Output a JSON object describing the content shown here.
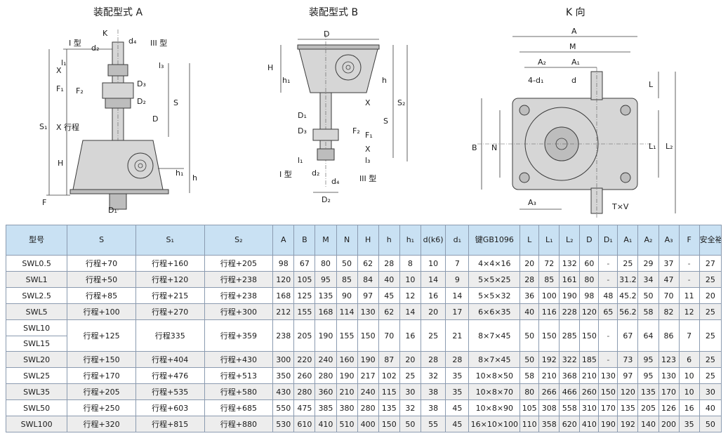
{
  "drawings": {
    "view_a": {
      "title": "装配型式 A",
      "labels": [
        "K",
        "I 型",
        "d₂",
        "d₄",
        "III 型",
        "X",
        "l₁",
        "l₃",
        "F₁",
        "F₂",
        "D₃",
        "D₂",
        "D",
        "S",
        "S₁",
        "X 行程",
        "H",
        "h₁",
        "h",
        "F",
        "D₁"
      ]
    },
    "view_b": {
      "title": "装配型式 B",
      "labels": [
        "D",
        "H",
        "h₁",
        "h",
        "D₁",
        "D₃",
        "S₂",
        "S",
        "X",
        "F₂",
        "F₁",
        "X",
        "l₁",
        "l₃",
        "I 型",
        "d₂",
        "d₄",
        "III 型",
        "D₂"
      ]
    },
    "view_k": {
      "title": "K 向",
      "labels": [
        "A",
        "M",
        "A₂",
        "A₁",
        "4-d₁",
        "d",
        "L",
        "B",
        "N",
        "L₁",
        "L₂",
        "A₃",
        "T×V"
      ]
    }
  },
  "table": {
    "headers": [
      "型号",
      "S",
      "S₁",
      "S₂",
      "A",
      "B",
      "M",
      "N",
      "H",
      "h",
      "h₁",
      "d(k6)",
      "d₁",
      "键GB1096",
      "L",
      "L₁",
      "L₂",
      "D",
      "D₁",
      "A₁",
      "A₂",
      "A₃",
      "F",
      "安全裕度X"
    ],
    "rows": [
      {
        "model": "SWL0.5",
        "cells": [
          "行程+70",
          "行程+160",
          "行程+205",
          "98",
          "67",
          "80",
          "50",
          "62",
          "28",
          "8",
          "10",
          "7",
          "4×4×16",
          "20",
          "72",
          "132",
          "60",
          "-",
          "25",
          "29",
          "37",
          "-",
          "27"
        ]
      },
      {
        "model": "SWL1",
        "cells": [
          "行程+50",
          "行程+120",
          "行程+238",
          "120",
          "105",
          "95",
          "85",
          "84",
          "40",
          "10",
          "14",
          "9",
          "5×5×25",
          "28",
          "85",
          "161",
          "80",
          "-",
          "31.2",
          "34",
          "47",
          "-",
          "25"
        ]
      },
      {
        "model": "SWL2.5",
        "cells": [
          "行程+85",
          "行程+215",
          "行程+238",
          "168",
          "125",
          "135",
          "90",
          "97",
          "45",
          "12",
          "16",
          "14",
          "5×5×32",
          "36",
          "100",
          "190",
          "98",
          "48",
          "45.2",
          "50",
          "70",
          "11",
          "20"
        ]
      },
      {
        "model": "SWL5",
        "cells": [
          "行程+100",
          "行程+270",
          "行程+300",
          "212",
          "155",
          "168",
          "114",
          "130",
          "62",
          "14",
          "20",
          "17",
          "6×6×35",
          "40",
          "116",
          "228",
          "120",
          "65",
          "56.2",
          "58",
          "82",
          "12",
          "25"
        ]
      },
      {
        "model": "SWL10",
        "model2": "SWL15",
        "cells": [
          "行程+125",
          "行程335",
          "行程+359",
          "238",
          "205",
          "190",
          "155",
          "150",
          "70",
          "16",
          "25",
          "21",
          "8×7×45",
          "50",
          "150",
          "285",
          "150",
          "-",
          "67",
          "64",
          "86",
          "7",
          "25"
        ]
      },
      {
        "model": "SWL20",
        "cells": [
          "行程+150",
          "行程+404",
          "行程+430",
          "300",
          "220",
          "240",
          "160",
          "190",
          "87",
          "20",
          "28",
          "28",
          "8×7×45",
          "50",
          "192",
          "322",
          "185",
          "-",
          "73",
          "95",
          "123",
          "6",
          "25"
        ]
      },
      {
        "model": "SWL25",
        "cells": [
          "行程+170",
          "行程+476",
          "行程+513",
          "350",
          "260",
          "280",
          "190",
          "217",
          "102",
          "25",
          "32",
          "35",
          "10×8×50",
          "58",
          "210",
          "368",
          "210",
          "130",
          "97",
          "95",
          "130",
          "10",
          "25"
        ]
      },
      {
        "model": "SWL35",
        "cells": [
          "行程+205",
          "行程+535",
          "行程+580",
          "430",
          "280",
          "360",
          "210",
          "240",
          "115",
          "30",
          "38",
          "35",
          "10×8×70",
          "80",
          "266",
          "466",
          "260",
          "150",
          "120",
          "135",
          "170",
          "10",
          "30"
        ]
      },
      {
        "model": "SWL50",
        "cells": [
          "行程+250",
          "行程+603",
          "行程+685",
          "550",
          "475",
          "385",
          "380",
          "280",
          "135",
          "32",
          "38",
          "45",
          "10×8×90",
          "105",
          "308",
          "558",
          "310",
          "170",
          "135",
          "205",
          "126",
          "16",
          "40"
        ]
      },
      {
        "model": "SWL100",
        "cells": [
          "行程+320",
          "行程+815",
          "行程+880",
          "530",
          "610",
          "410",
          "510",
          "400",
          "150",
          "50",
          "55",
          "45",
          "16×10×100",
          "110",
          "358",
          "620",
          "410",
          "190",
          "192",
          "140",
          "200",
          "35",
          "50"
        ]
      }
    ]
  }
}
